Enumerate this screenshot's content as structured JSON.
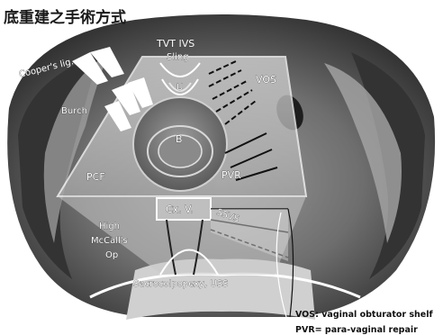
{
  "title": "底重建之手術方式",
  "labels": {
    "tvt_ivs": "TVT IVS",
    "sling": "Sling",
    "u": "U",
    "cooper": "Cooper's lig.",
    "burch": "Burch",
    "vos": "VOS",
    "b": "B",
    "pcf": "PCF",
    "pvr": "PVR",
    "cx_v": "Cx. V.",
    "ssvs": "SSVS",
    "high_mccall": [
      "High",
      "McCall's",
      "Op"
    ],
    "uss": "Sacrocolpopexy, USS"
  },
  "legend": {
    "vos": "VOS: vaginal obturator shelf",
    "pvr": "PVR= para-vaginal repair"
  },
  "colors": {
    "tissue_dark": "#3d3d3d",
    "tissue_mid": "#7a7a7a",
    "tissue_light": "#bdbdbd",
    "panel": "#e2e2e2",
    "outline": "#ffffff"
  }
}
